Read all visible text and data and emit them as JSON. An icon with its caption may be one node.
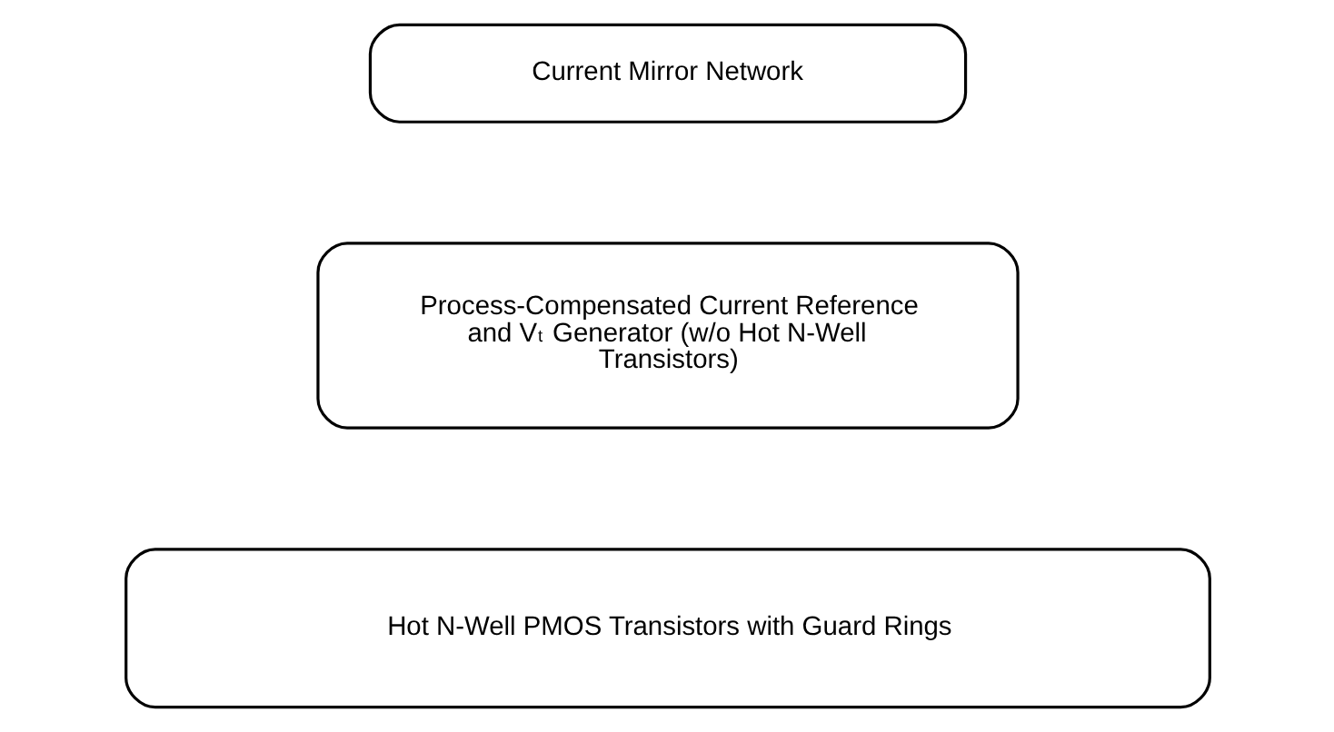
{
  "diagram": {
    "nodes": [
      {
        "text": [
          "Current Mirror Network"
        ]
      },
      {
        "text": [
          "Process-Compensated Current Reference and V$_{t}$ Generator (w/o Hot N-Well Transistors)"
        ]
      },
      {
        "text": [
          "Hot N-Well PMOS Transistors with Guard Rings"
        ]
      }
    ]
  }
}
